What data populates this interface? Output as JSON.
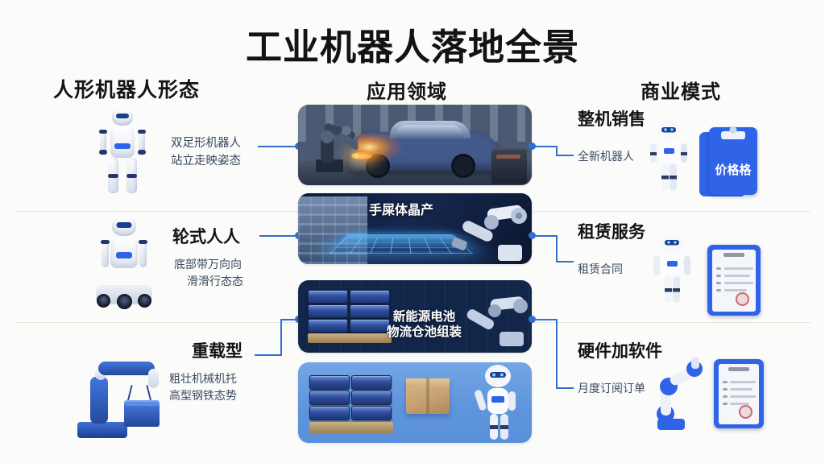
{
  "title": "工业机器人落地全景",
  "columns": {
    "left_header": "人形机器人形态",
    "middle_header": "应用领域",
    "right_header": "商业模式"
  },
  "colors": {
    "accent_blue": "#2f6fd0",
    "brand_blue": "#2f63e8",
    "title_black": "#131313",
    "sub_text": "#3c4b62",
    "background": "#fbfbf9"
  },
  "left_items": [
    {
      "title": "双足形机器人",
      "sub_line1": "站立走映姿态",
      "sub_line2": "",
      "icon": "biped-humanoid-robot"
    },
    {
      "title": "轮式人人",
      "sub_line1": "底部带万向向",
      "sub_line2": "滑滑行态态",
      "icon": "wheeled-humanoid-robot"
    },
    {
      "title": "重载型",
      "sub_line1": "粗壮机械机托",
      "sub_line2": "高型钢铁态势",
      "icon": "heavy-duty-robot-arm"
    }
  ],
  "panels": [
    {
      "name": "automotive-welding",
      "overlay_line1": "",
      "overlay_line2": "",
      "scene": "robot-arm-welding-blue-car"
    },
    {
      "name": "semiconductor",
      "overlay_line1": "手屎体晶产",
      "overlay_line2": "",
      "scene": "blue-holographic-wafer-cobot"
    },
    {
      "name": "new-energy-battery",
      "overlay_line1": "新能源电池",
      "overlay_line2": "物流仓池组装",
      "scene": "battery-crates-cobot"
    },
    {
      "name": "logistics",
      "overlay_line1": "",
      "overlay_line2": "",
      "scene": "humanoid-carrying-carton-pallet"
    }
  ],
  "right_items": [
    {
      "title": "整机销售",
      "sub": "全新机器人",
      "icon": "humanoid-robot",
      "doc_icon": "blue-clipboard",
      "doc_text": "价格格"
    },
    {
      "title": "租赁服务",
      "sub": "租赁合同",
      "icon": "humanoid-robot",
      "doc_icon": "contract-clipboard-with-seal",
      "doc_text": ""
    },
    {
      "title": "硬件加软件",
      "sub": "月度订阅订单",
      "icon": "robot-arm",
      "doc_icon": "contract-clipboard-with-seal",
      "doc_text": ""
    }
  ]
}
